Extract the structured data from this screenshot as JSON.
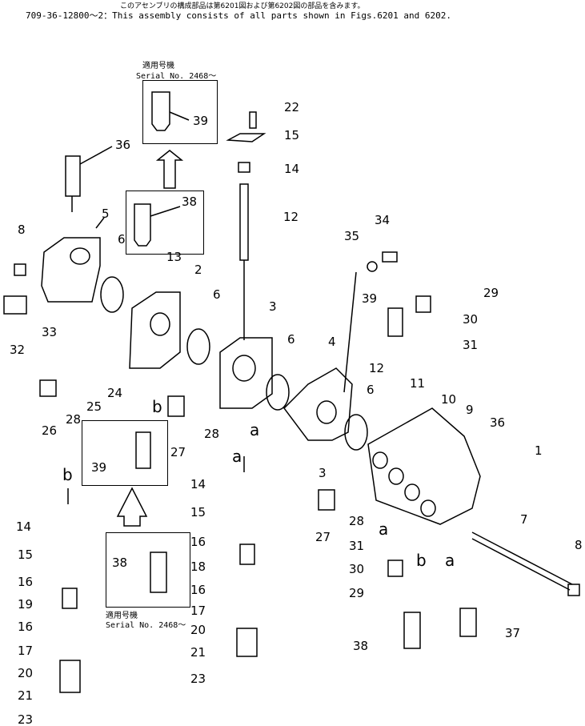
{
  "header": {
    "jp_note": "このアセンブリの構成部品は第6201図および第6202図の部品を含みます。",
    "assembly_note": "709-36-12800～2：This assembly consists of all parts shown in Figs.6201 and 6202."
  },
  "serial_boxes": [
    {
      "jp": "適用号機",
      "en": "Serial No. 2468～"
    },
    {
      "jp": "適用号機",
      "en": "Serial No. 2468～"
    }
  ],
  "markers": {
    "a": "a",
    "b": "b"
  },
  "callouts": [
    "1",
    "2",
    "3",
    "3",
    "4",
    "5",
    "6",
    "6",
    "6",
    "6",
    "7",
    "8",
    "8",
    "9",
    "10",
    "11",
    "12",
    "12",
    "13",
    "14",
    "14",
    "14",
    "15",
    "15",
    "15",
    "16",
    "16",
    "16",
    "16",
    "17",
    "17",
    "18",
    "19",
    "20",
    "20",
    "21",
    "21",
    "22",
    "23",
    "23",
    "24",
    "25",
    "26",
    "27",
    "27",
    "28",
    "28",
    "28",
    "29",
    "29",
    "30",
    "30",
    "31",
    "31",
    "32",
    "33",
    "34",
    "35",
    "36",
    "36",
    "37",
    "38",
    "38",
    "38",
    "39",
    "39",
    "39"
  ]
}
